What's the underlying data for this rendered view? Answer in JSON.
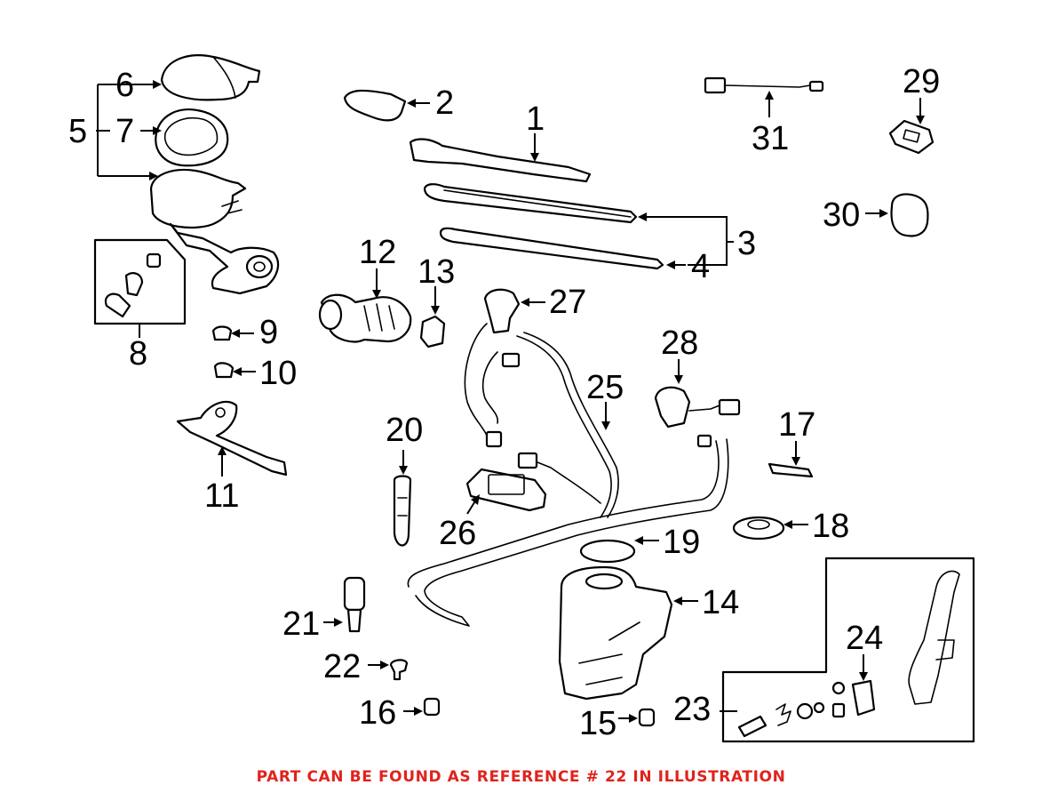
{
  "callouts": [
    "1",
    "2",
    "3",
    "4",
    "5",
    "6",
    "7",
    "8",
    "9",
    "10",
    "11",
    "12",
    "13",
    "14",
    "15",
    "16",
    "17",
    "18",
    "19",
    "20",
    "21",
    "22",
    "23",
    "24",
    "25",
    "26",
    "27",
    "28",
    "29",
    "30",
    "31"
  ],
  "caption": "PART CAN BE FOUND AS REFERENCE # 22 IN ILLUSTRATION",
  "colors": {
    "caption": "#e0231c",
    "line": "#000000",
    "background": "#ffffff"
  }
}
